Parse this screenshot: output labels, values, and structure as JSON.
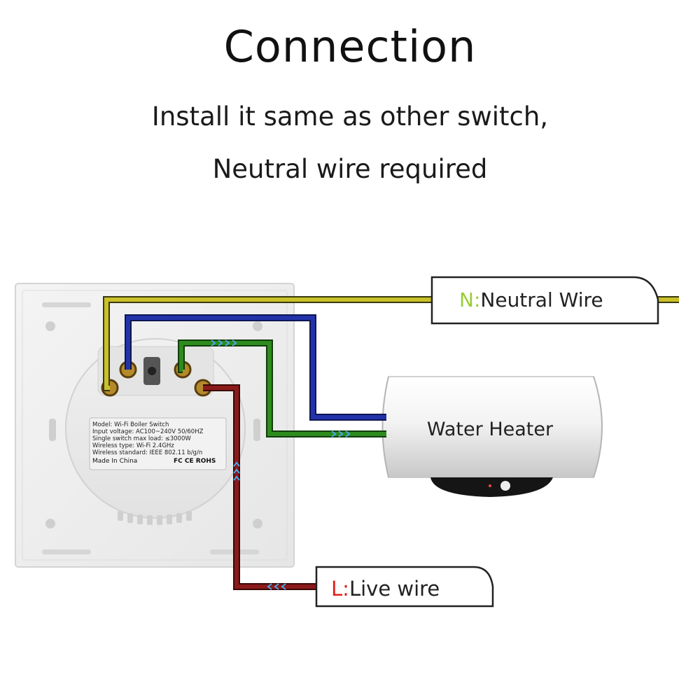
{
  "header": {
    "title": "Connection",
    "subtitle_line1": "Install it same as other switch,",
    "subtitle_line2": "Neutral wire required"
  },
  "switch_label": {
    "model": "Model:  Wi-Fi Boiler Switch",
    "input_voltage": "Input voltage:  AC100~240V  50/60HZ",
    "max_load": "Single switch max load:  ≤3000W",
    "wireless_type": "Wireless type:  Wi-Fi 2.4GHz",
    "wireless_standard": "Wireless standard:  IEEE 802.11 b/g/n",
    "made_in": "Made In China",
    "certs": "FC CE ROHS"
  },
  "callouts": {
    "neutral_prefix": "N:",
    "neutral_text": "Neutral Wire",
    "live_prefix": "L:",
    "live_text": "Live wire"
  },
  "appliance": {
    "label": "Water  Heater"
  },
  "colors": {
    "neutral_wire": "#c9c02a",
    "neutral_prefix": "#9acd32",
    "blue_wire": "#2233aa",
    "green_wire": "#2e8b1e",
    "live_wire": "#8b1a1a",
    "live_prefix": "#e0201a",
    "arrow": "#4aa8e8"
  },
  "icons": {
    "arrow": "chevron-arrow-icon"
  }
}
